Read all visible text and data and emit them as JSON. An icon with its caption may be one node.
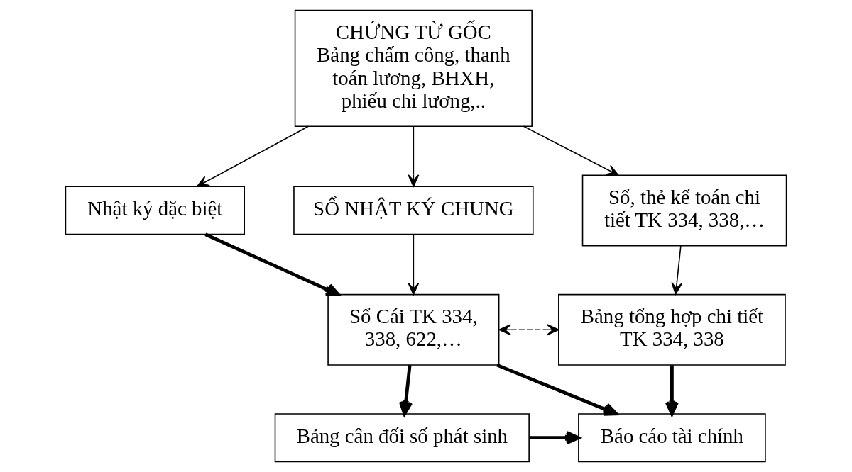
{
  "diagram": {
    "nodes": [
      {
        "text": [
          "CHỨNG TỪ GỐC",
          "Bảng chấm công, thanh toán lương, BHXH, phiếu chi lương,.."
        ]
      },
      {
        "text": [
          "Nhật ký đặc biệt"
        ]
      },
      {
        "text": [
          "SỔ NHẬT KÝ CHUNG"
        ]
      },
      {
        "text": [
          "Sổ, thẻ kế toán chi tiết TK 334, 338,…"
        ]
      },
      {
        "text": [
          "Sổ Cái TK 334, 338, 622,…"
        ]
      },
      {
        "text": [
          "Bảng tổng hợp chi tiết TK 334, 338"
        ]
      },
      {
        "text": [
          "Bảng cân đối số phát sinh"
        ]
      },
      {
        "text": [
          "Báo cáo tài chính"
        ]
      }
    ],
    "edges": [
      {
        "from": 0,
        "to": 1,
        "arrow": "to"
      },
      {
        "from": 0,
        "to": 2,
        "arrow": "to"
      },
      {
        "from": 0,
        "to": 3,
        "arrow": "to"
      },
      {
        "from": 2,
        "to": 4,
        "arrow": "to"
      },
      {
        "from": 1,
        "to": 4,
        "arrow": "to",
        "style": "thick"
      },
      {
        "from": 3,
        "to": 5,
        "arrow": "to"
      },
      {
        "from": 4,
        "to": 5,
        "arrow": "both",
        "style": "dashed"
      },
      {
        "from": 4,
        "to": 6,
        "arrow": "to",
        "style": "thick"
      },
      {
        "from": 4,
        "to": 7,
        "arrow": "to",
        "style": "thick"
      },
      {
        "from": 6,
        "to": 7,
        "arrow": "to",
        "style": "thick"
      },
      {
        "from": 5,
        "to": 7,
        "arrow": "to",
        "style": "thick"
      }
    ]
  }
}
